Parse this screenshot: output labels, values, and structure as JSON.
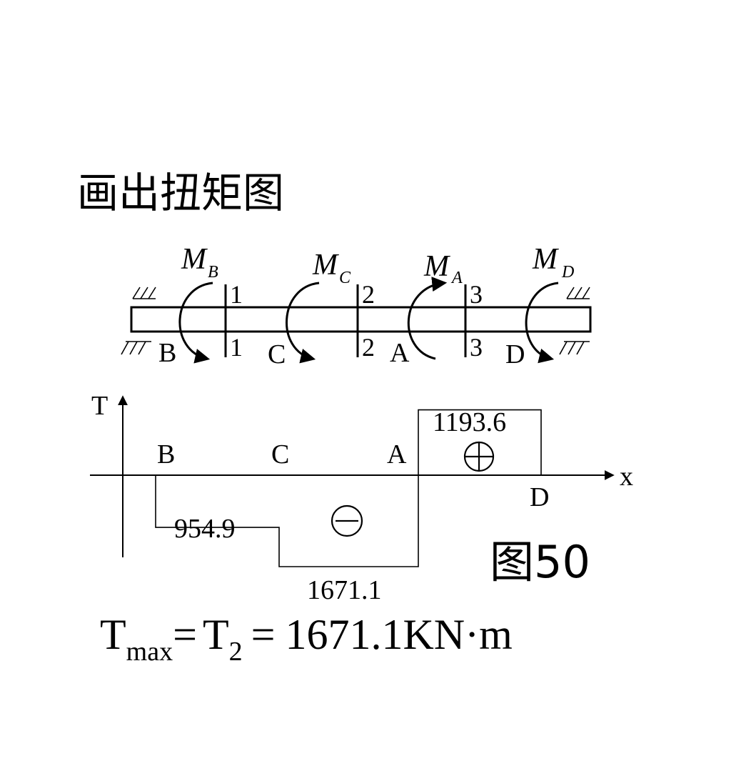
{
  "title": "画出扭矩图",
  "shaft": {
    "moments": [
      {
        "symbol": "M",
        "sub": "B"
      },
      {
        "symbol": "M",
        "sub": "C"
      },
      {
        "symbol": "M",
        "sub": "A"
      },
      {
        "symbol": "M",
        "sub": "D"
      }
    ],
    "points": [
      "B",
      "C",
      "A",
      "D"
    ],
    "sections": [
      "1",
      "2",
      "3"
    ]
  },
  "diagram": {
    "axis_t": "T",
    "axis_x": "x",
    "points": [
      "B",
      "C",
      "A",
      "D"
    ],
    "segments": [
      {
        "from": "B",
        "to": "C",
        "value": -954.9,
        "label": "954.9"
      },
      {
        "from": "C",
        "to": "A",
        "value": -1671.1,
        "label": "1671.1"
      },
      {
        "from": "A",
        "to": "D",
        "value": 1193.6,
        "label": "1193.6"
      }
    ],
    "plus_sign": "+",
    "minus_sign": "−"
  },
  "figure_label": "图50",
  "result": {
    "t": "T",
    "max_sub": "max",
    "eq1": "=",
    "t2": "T",
    "sub2": "2",
    "eq2": "=",
    "value": "1671.1KN·m"
  }
}
